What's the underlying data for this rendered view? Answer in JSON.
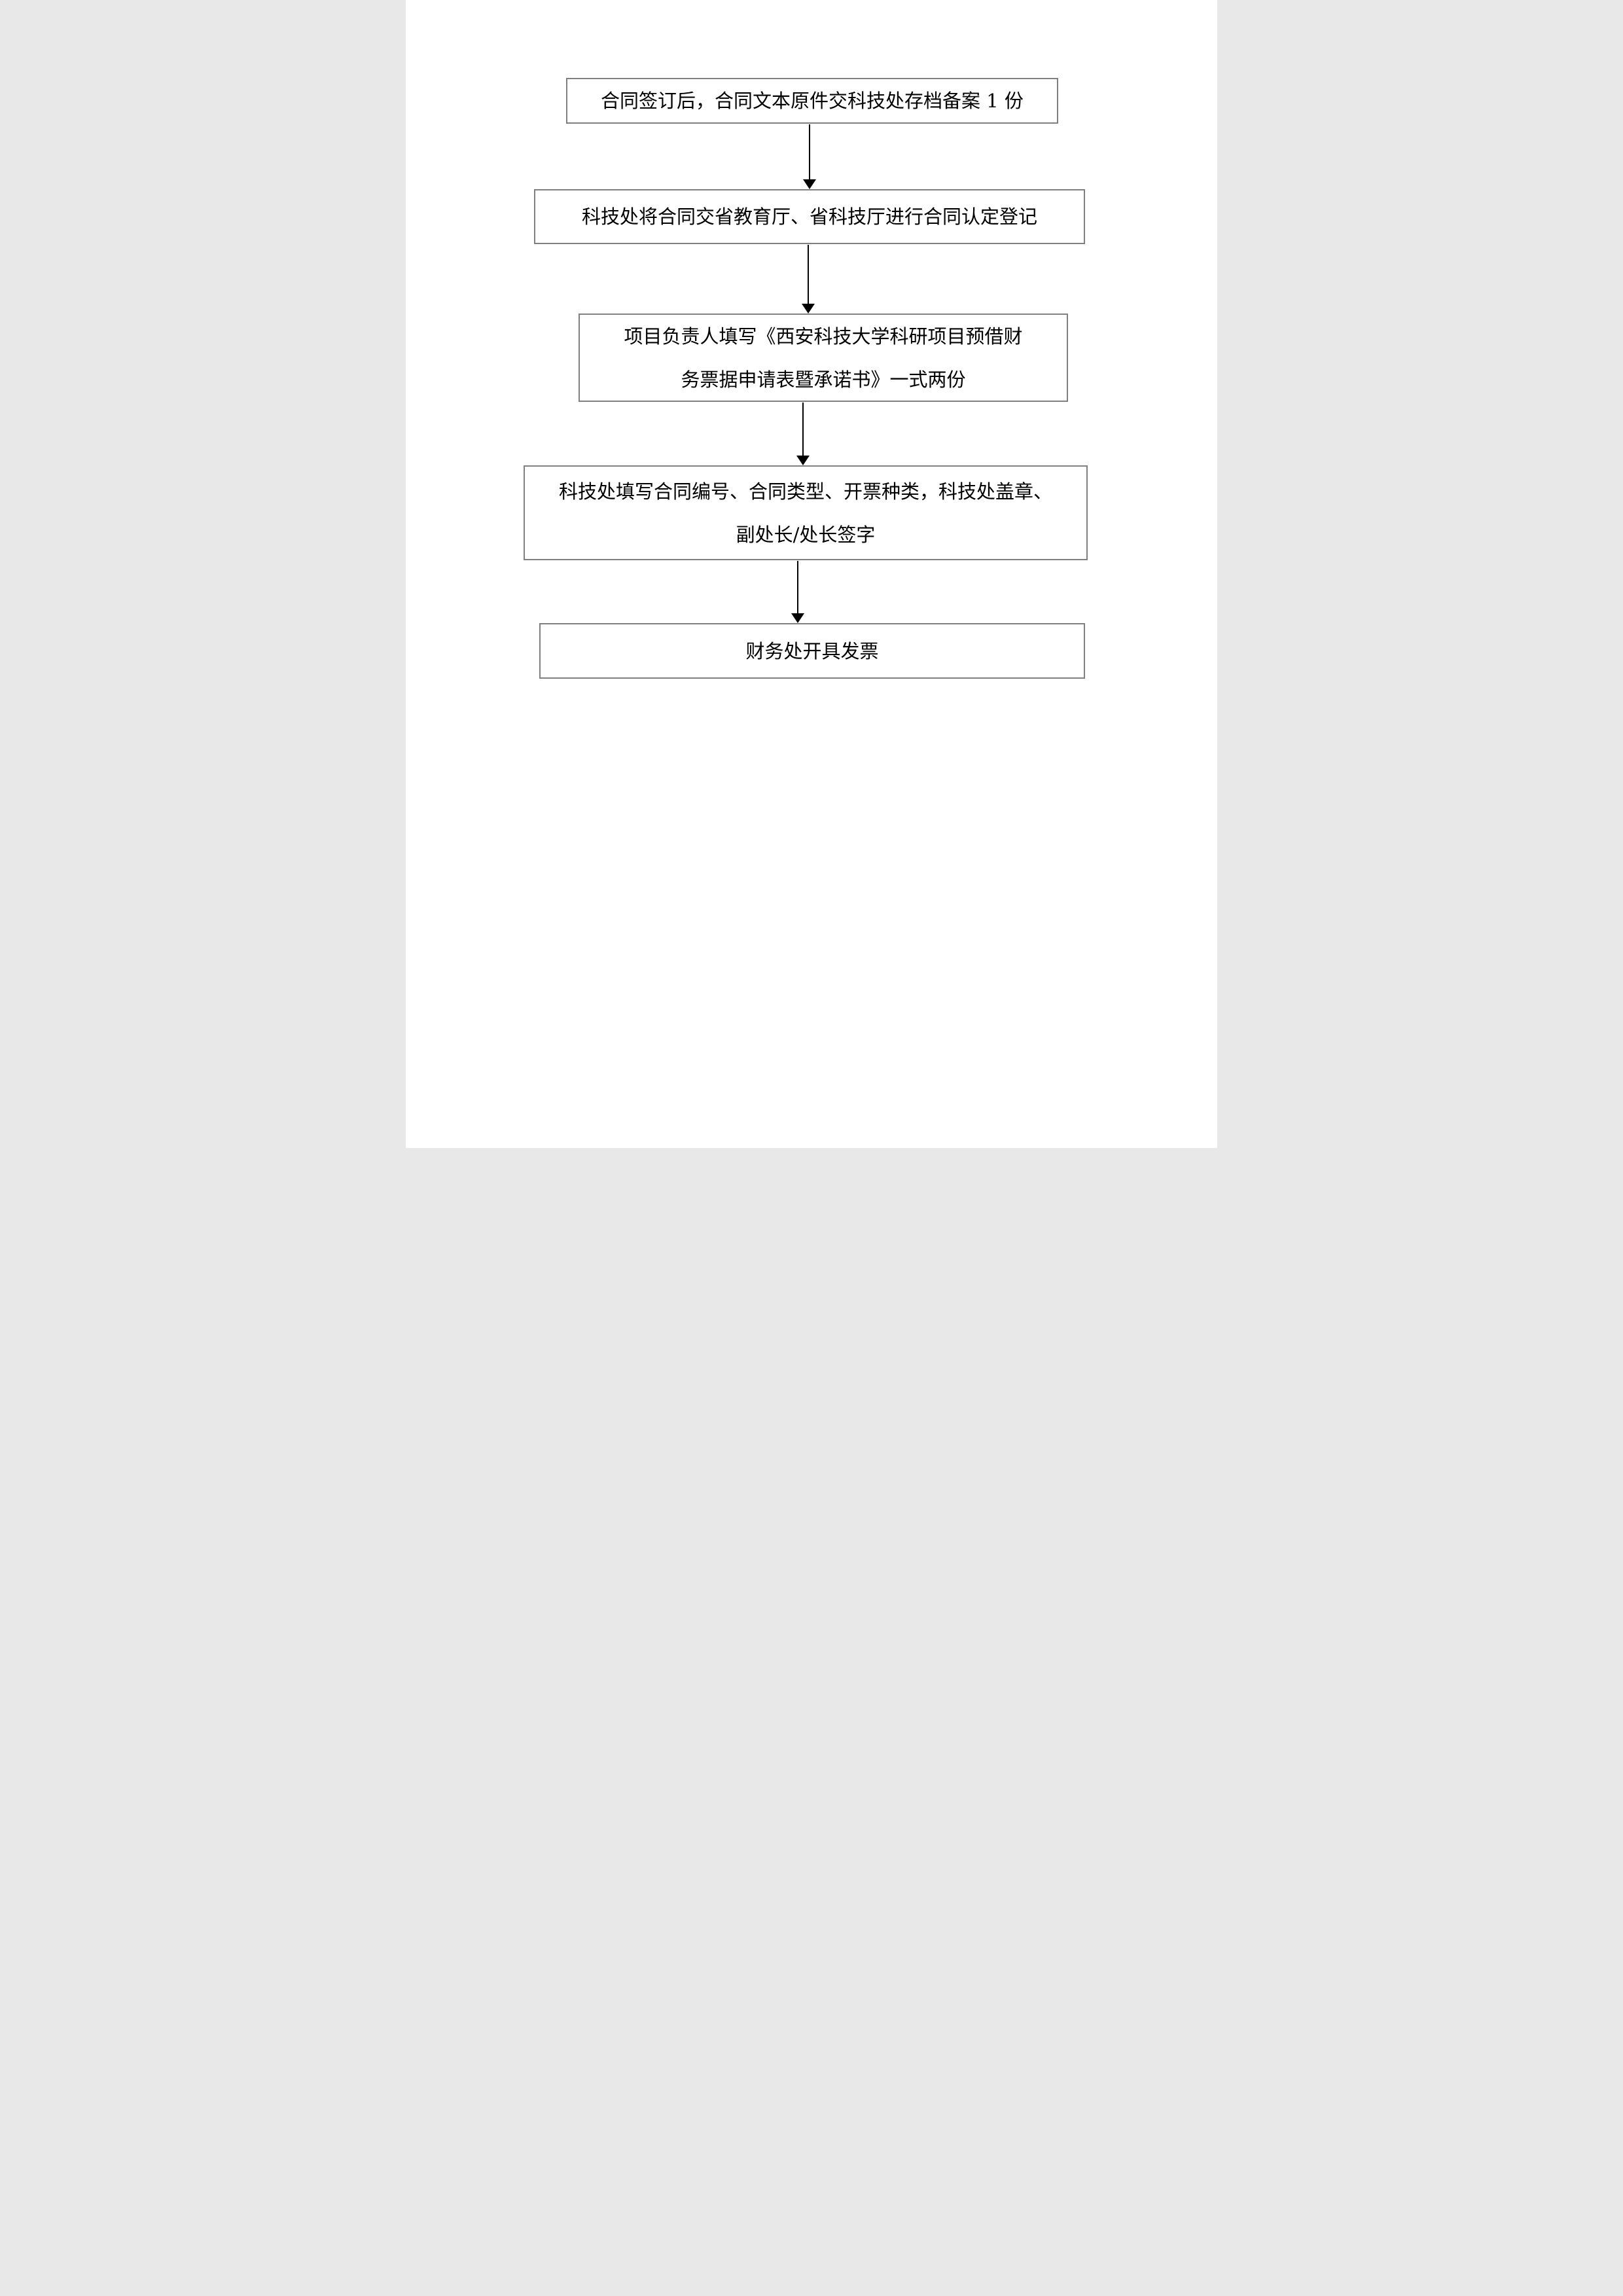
{
  "page": {
    "kind": "flowchart-document-page",
    "background": "#ffffff",
    "box_border_color": "#7f7f7f",
    "text_color": "#000000",
    "arrow_color": "#000000"
  },
  "flowchart": {
    "steps": [
      {
        "name": "contract-archive",
        "text": "合同签订后，合同文本原件交科技处存档备案 1 份",
        "lines": [
          "合同签订后，合同文本原件交科技处存档备案 1 份"
        ]
      },
      {
        "name": "contract-registration",
        "text": "科技处将合同交省教育厅、省科技厅进行合同认定登记",
        "lines": [
          "科技处将合同交省教育厅、省科技厅进行合同认定登记"
        ]
      },
      {
        "name": "leader-fill-application",
        "text": "项目负责人填写《西安科技大学科研项目预借财务票据申请表暨承诺书》一式两份",
        "lines": [
          "项目负责人填写《西安科技大学科研项目预借财",
          "务票据申请表暨承诺书》一式两份"
        ]
      },
      {
        "name": "keji-office-fill-stamp-sign",
        "text": "科技处填写合同编号、合同类型、开票种类，科技处盖章、副处长/处长签字",
        "lines": [
          "科技处填写合同编号、合同类型、开票种类，科技处盖章、",
          "副处长/处长签字"
        ]
      },
      {
        "name": "finance-issue-invoice",
        "text": "财务处开具发票",
        "lines": [
          "财务处开具发票"
        ]
      }
    ]
  }
}
